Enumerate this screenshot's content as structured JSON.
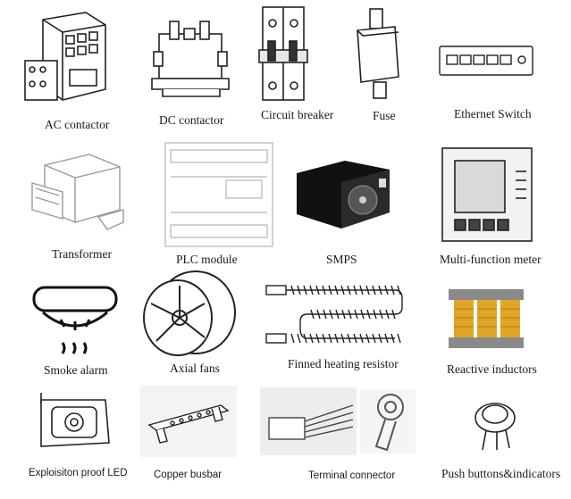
{
  "items": [
    {
      "label": "AC contactor",
      "icon": "ac-contactor-icon"
    },
    {
      "label": "DC contactor",
      "icon": "dc-contactor-icon"
    },
    {
      "label": "Circuit breaker",
      "icon": "circuit-breaker-icon"
    },
    {
      "label": "Fuse",
      "icon": "fuse-icon"
    },
    {
      "label": "Ethernet Switch",
      "icon": "ethernet-switch-icon"
    },
    {
      "label": "Transformer",
      "icon": "transformer-icon"
    },
    {
      "label": "PLC module",
      "icon": "plc-module-icon"
    },
    {
      "label": "SMPS",
      "icon": "smps-icon"
    },
    {
      "label": "Multi-function meter",
      "icon": "multi-function-meter-icon"
    },
    {
      "label": "Smoke alarm",
      "icon": "smoke-alarm-icon"
    },
    {
      "label": "Axial fans",
      "icon": "axial-fan-icon"
    },
    {
      "label": "Finned heating resistor",
      "icon": "finned-heating-resistor-icon"
    },
    {
      "label": "Reactive inductors",
      "icon": "reactive-inductor-icon"
    },
    {
      "label": "Exploisiton proof LED",
      "icon": "explosion-proof-led-icon"
    },
    {
      "label": "Copper busbar",
      "icon": "copper-busbar-icon"
    },
    {
      "label": "Terminal connector",
      "icon": "terminal-connector-icon"
    },
    {
      "label": "Push buttons&indicators",
      "icon": "push-button-icon"
    }
  ],
  "colors": {
    "line": "#222222",
    "inductor_gold": "#e0a526",
    "inductor_core": "#8a8a8a",
    "smps_body": "#111111"
  }
}
